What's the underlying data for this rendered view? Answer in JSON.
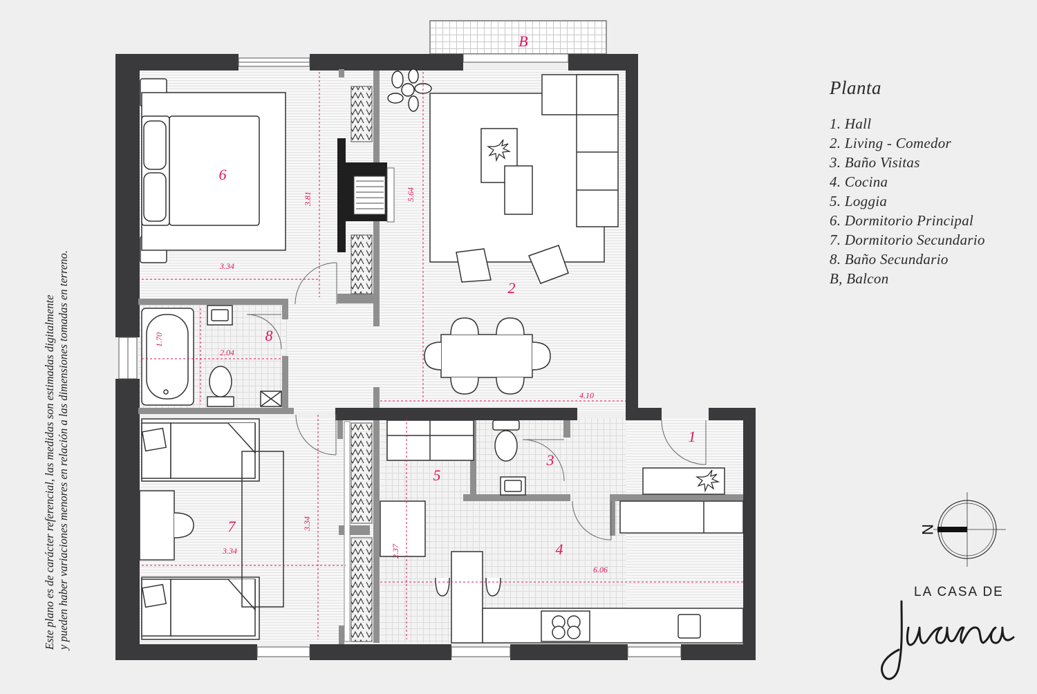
{
  "legend": {
    "title": "Planta",
    "items": [
      "1. Hall",
      "2. Living - Comedor",
      "3. Baño Visitas",
      "4. Cocina",
      "5. Loggia",
      "6. Dormitorio Principal",
      "7. Dormitorio Secundario",
      "8. Baño Secundario",
      "B, Balcon"
    ]
  },
  "rooms": {
    "r1": "1",
    "r2": "2",
    "r3": "3",
    "r4": "4",
    "r5": "5",
    "r6": "6",
    "r7": "7",
    "r8": "8",
    "rb": "B"
  },
  "dimensions": {
    "d_381": "3.81",
    "d_334_top": "3.34",
    "d_564": "5.64",
    "d_170": "1.70",
    "d_204": "2.04",
    "d_410": "4.10",
    "d_334_v": "3.34",
    "d_334_b": "3.34",
    "d_237": "2.37",
    "d_606": "6.06"
  },
  "compass": {
    "label": "N"
  },
  "disclaimer": {
    "line1": "Este plano es de carácter referencial, las medidas son estimadas digitalmente",
    "line2": "y pueden haber variaciones menores en relación a las dimensiones tomadas en terreno."
  },
  "brand": {
    "top": "LA CASA DE",
    "script": "Juana"
  },
  "colors": {
    "wall": "#3a3a3c",
    "accent": "#e0135f",
    "floor": "#f6f6f6",
    "background": "#efefef"
  }
}
